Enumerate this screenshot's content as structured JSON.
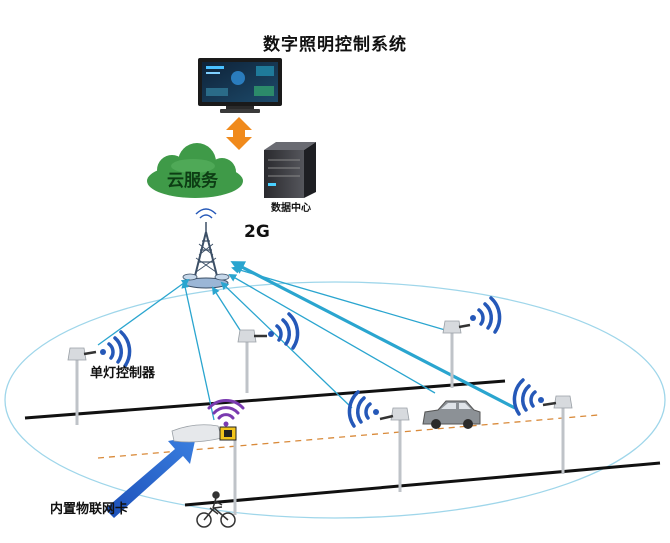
{
  "title": "数字照明控制系统",
  "cloud_label": "云服务",
  "datacenter_label": "数据中心",
  "network_label": "2G",
  "controller_label": "单灯控制器",
  "sim_label": "内置物联网卡",
  "colors": {
    "link_blue": "#2aa5cf",
    "cloud_green": "#3f9a48",
    "wifi_blue": "#2558b8",
    "wifi_purple": "#7a3ab0",
    "arrow_orange": "#f08a1c",
    "road_dash": "#d98a3a"
  },
  "icons": [
    "monitor-icon",
    "server-icon",
    "tower-icon",
    "street-lamp-icon",
    "car-icon",
    "cyclist-icon",
    "wifi-signal-icon"
  ]
}
